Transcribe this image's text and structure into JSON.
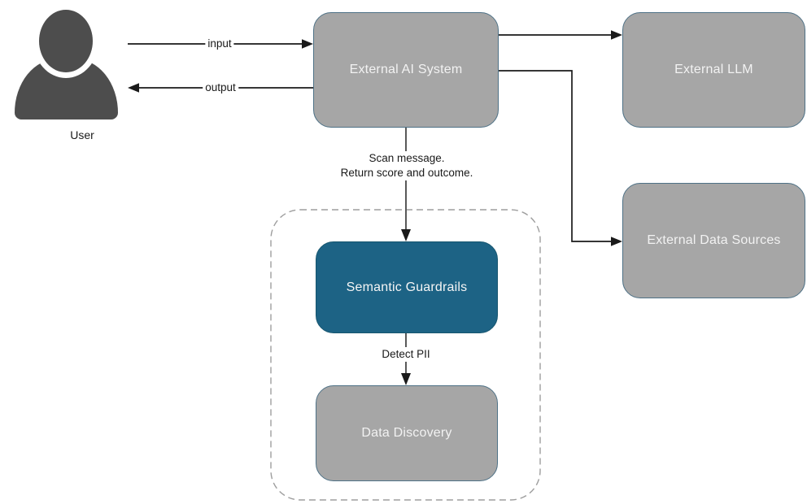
{
  "diagram": {
    "title_hint": "Semantic Guardrails data flow diagram",
    "user": {
      "label": "User"
    },
    "nodes": {
      "external_ai_system": {
        "label": "External AI System",
        "fill": "#a6a6a6"
      },
      "external_llm": {
        "label": "External LLM",
        "fill": "#a6a6a6"
      },
      "external_data_sources": {
        "label": "External Data Sources",
        "fill": "#a6a6a6"
      },
      "semantic_guardrails": {
        "label": "Semantic Guardrails",
        "fill": "#1d6385"
      },
      "data_discovery": {
        "label": "Data Discovery",
        "fill": "#a6a6a6"
      }
    },
    "edges": {
      "user_to_ai": {
        "label": "input"
      },
      "ai_to_user": {
        "label": "output"
      },
      "ai_to_guardrails": {
        "label_line1": "Scan message.",
        "label_line2": "Return score and outcome."
      },
      "guardrails_to_discovery": {
        "label": "Detect PII"
      },
      "ai_to_llm": {
        "label": ""
      },
      "ai_to_data_sources": {
        "label": ""
      }
    },
    "colors": {
      "node_fill_gray": "#a6a6a6",
      "node_fill_teal": "#1d6385",
      "node_border": "#4e7186",
      "node_text": "#f2f2f2",
      "connector_black": "#1a1a1a",
      "connector_gray": "#595959",
      "group_dashed_border": "#9e9e9e",
      "user_icon": "#4d4d4d",
      "label_text": "#1a1a1a"
    }
  }
}
